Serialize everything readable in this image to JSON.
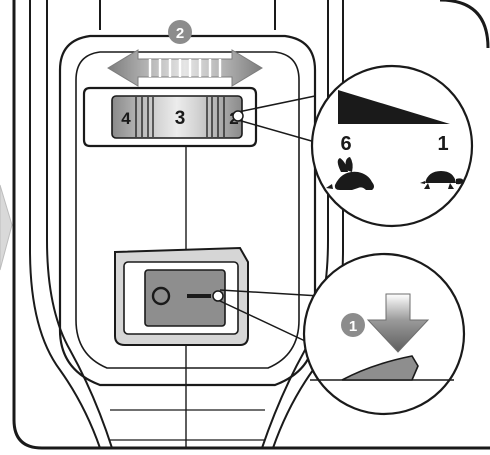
{
  "speed_dial": {
    "labels": [
      "4",
      "3",
      "2"
    ],
    "selected": "3",
    "step_number": "2",
    "direction": "left-right"
  },
  "speed_inset": {
    "max_label": "6",
    "min_label": "1",
    "fast_icon": "rabbit-icon",
    "slow_icon": "turtle-icon"
  },
  "power_switch": {
    "on_symbol": "—",
    "off_symbol": "O",
    "step_number": "1",
    "action": "press-down"
  },
  "colors": {
    "outline": "#1a1a1a",
    "body_fill": "#ffffff",
    "switch_housing": "#d6d6d6",
    "switch_rocker": "#8e8e8e",
    "dial_fill": "#cfcfcf",
    "badge_fill": "#8c8c8c",
    "arrow_fill": "#7d7d7d",
    "page_tab": "#d9d9d9"
  }
}
